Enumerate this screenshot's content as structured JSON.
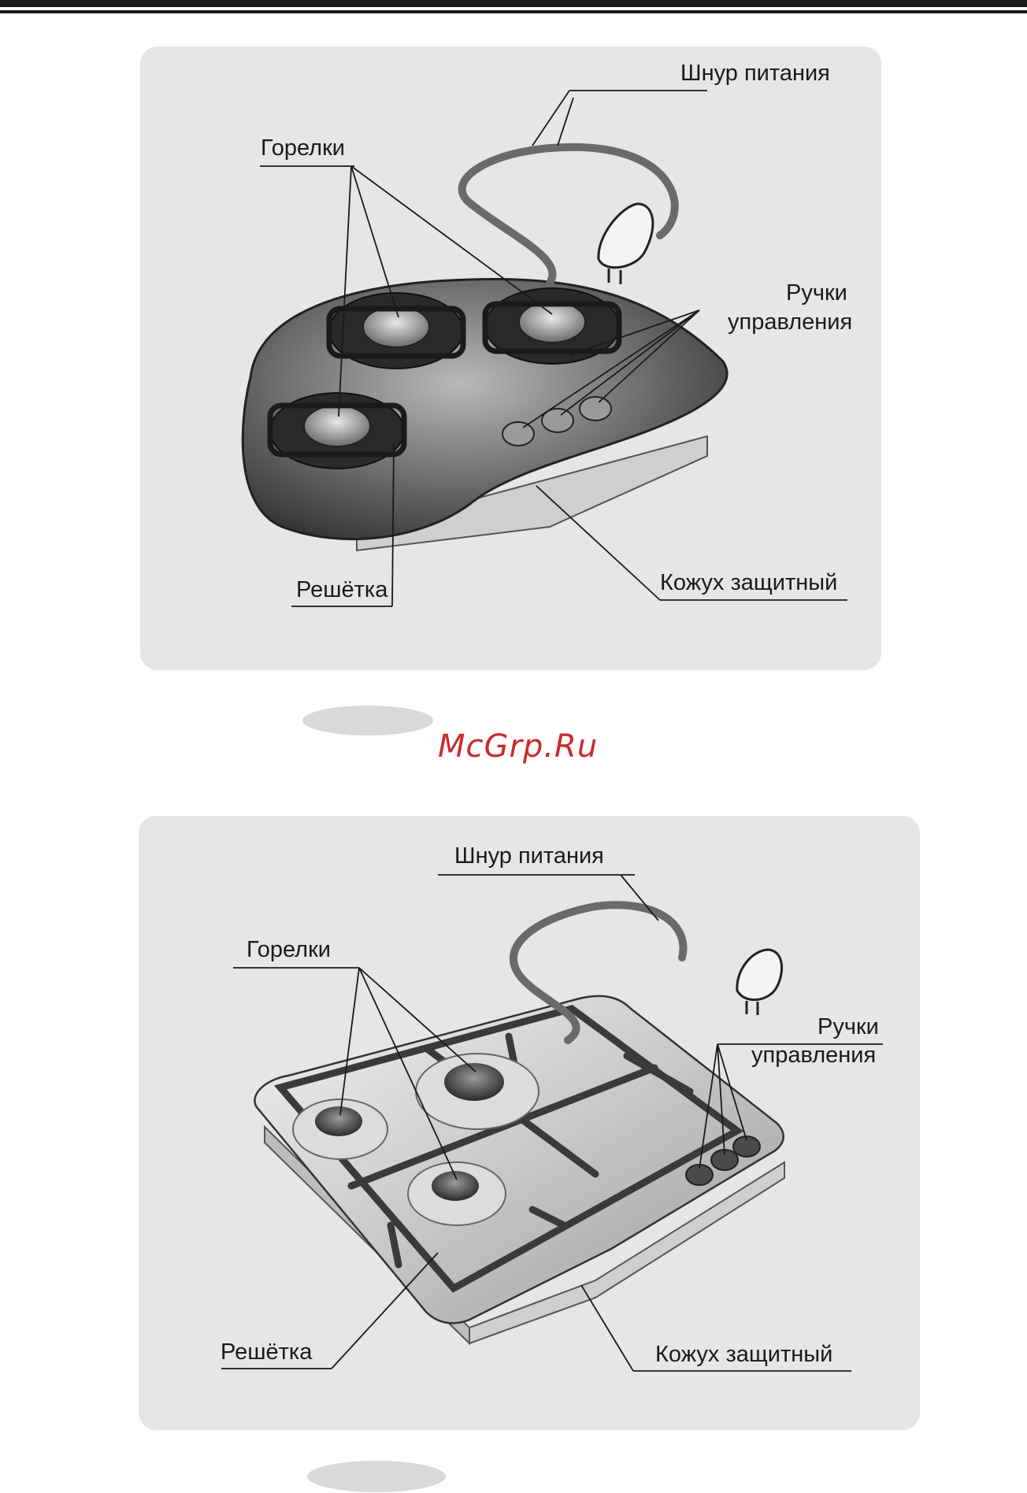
{
  "figure_1": {
    "labels": {
      "power_cord": "Шнур питания",
      "burners": "Горелки",
      "control_knobs_line1": "Ручки",
      "control_knobs_line2": "управления",
      "grate": "Решётка",
      "protective_casing": "Кожух защитный"
    }
  },
  "figure_2": {
    "labels": {
      "power_cord": "Шнур питания",
      "burners": "Горелки",
      "control_knobs_line1": "Ручки",
      "control_knobs_line2": "управления",
      "grate": "Решётка",
      "protective_casing": "Кожух защитный"
    }
  },
  "watermark": "McGrp.Ru",
  "colors": {
    "panel_bg": "#e6e6e8",
    "hob_dark": "#3c3c3e",
    "hob_light": "#d4d4d6",
    "watermark_red": "#cc2a2a"
  }
}
